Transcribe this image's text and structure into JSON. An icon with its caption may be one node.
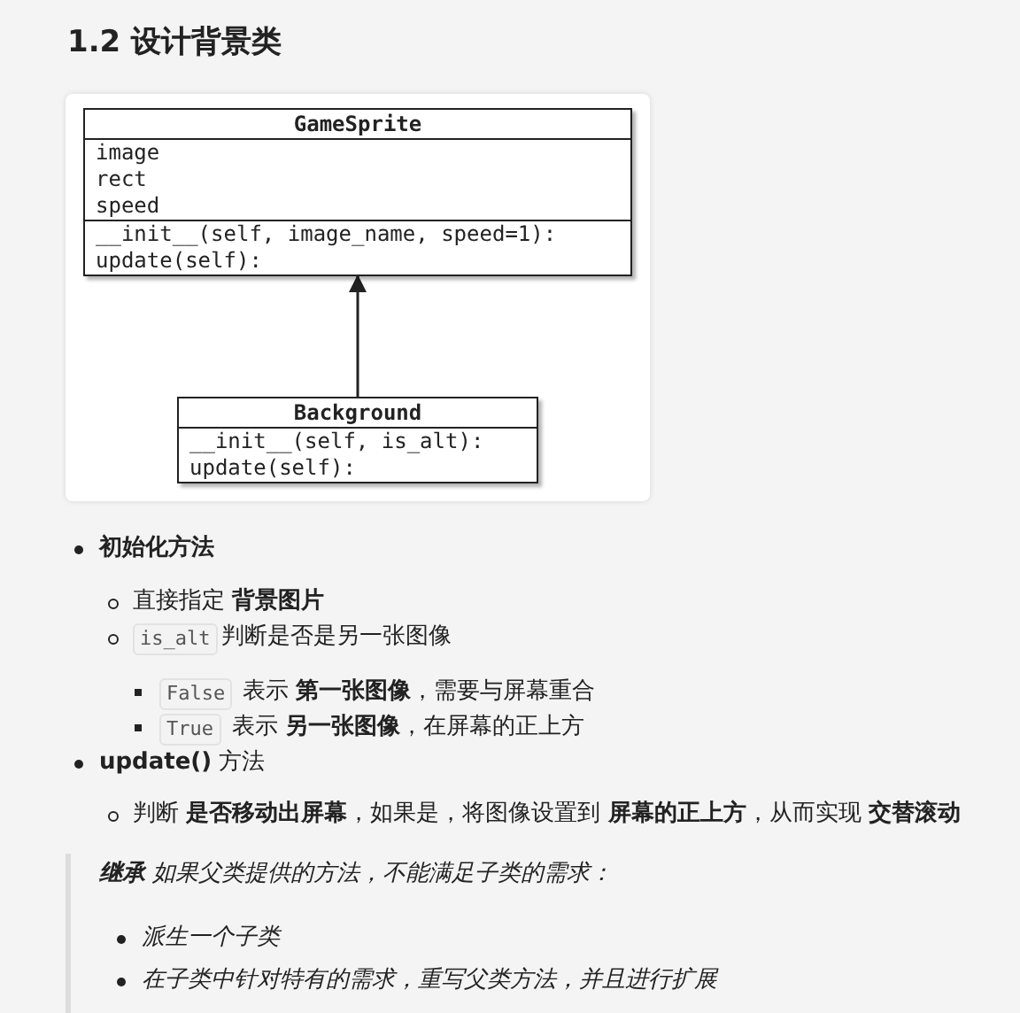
{
  "diagram": {
    "title": "1.2 设计背景类",
    "nodes": [
      {
        "text": [
          "GameSprite",
          "image",
          "rect",
          "speed",
          "__init__(self, image_name, speed=1):",
          "update(self):"
        ]
      },
      {
        "text": [
          "Background",
          "__init__(self, is_alt):",
          "update(self):"
        ]
      }
    ],
    "edges": [
      {
        "from": 1,
        "to": 0,
        "arrow": "to"
      }
    ],
    "labels": [
      "初始化方法",
      "直接指定 **背景图片**",
      "is_alt",
      "判断是否是另一张图像",
      "False",
      "表示 **第一张图像**，需要与屏幕重合",
      "True",
      "表示 **另一张图像**，在屏幕的正上方",
      "**update()** 方法",
      "判断 **是否移动出屏幕**，如果是，将图像设置到 **屏幕的正上方**，从而实现 **交替滚动**",
      "**继承** 如果父类提供的方法，不能满足子类的需求：",
      "派生一个子类",
      "在子类中针对特有的需求，重写父类方法，并且进行扩展"
    ]
  }
}
